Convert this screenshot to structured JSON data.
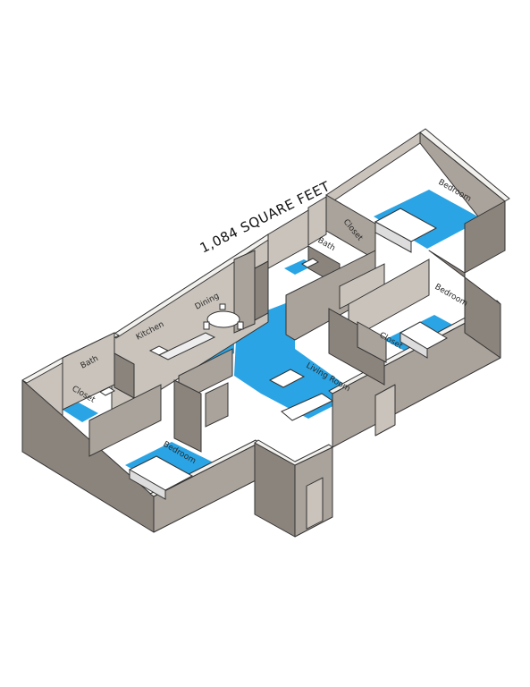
{
  "title": "1,084 SQUARE FEET",
  "colors": {
    "floor": "#2aa4e4",
    "wall_top": "#f2f1ee",
    "wall_light": "#c9c3bb",
    "wall_mid": "#aaa39b",
    "wall_dark": "#8b847c",
    "outline": "#333333",
    "furniture": "#ffffff"
  },
  "rooms": {
    "bedroom_top": "Bedroom",
    "closet_top": "Closet",
    "bath_center": "Bath",
    "bedroom_right": "Bedroom",
    "closet_right": "Closet",
    "dining": "Dining",
    "kitchen": "Kitchen",
    "living_room": "Living Room",
    "bath_left": "Bath",
    "closet_left": "Closet",
    "bedroom_left": "Bedroom"
  }
}
